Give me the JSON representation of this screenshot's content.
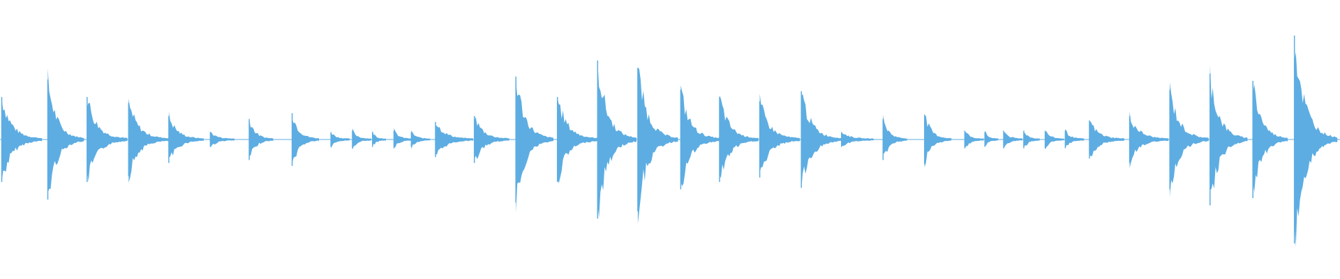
{
  "waveform": {
    "color": "#5dade2",
    "background": "#ffffff",
    "onsets": [
      {
        "t": 0.0013,
        "amp": 0.29,
        "len": 0.03
      },
      {
        "t": 0.0357,
        "amp": 0.41,
        "len": 0.027
      },
      {
        "t": 0.065,
        "amp": 0.29,
        "len": 0.03
      },
      {
        "t": 0.096,
        "amp": 0.25,
        "len": 0.03
      },
      {
        "t": 0.126,
        "amp": 0.16,
        "len": 0.026
      },
      {
        "t": 0.157,
        "amp": 0.05,
        "len": 0.018
      },
      {
        "t": 0.186,
        "amp": 0.14,
        "len": 0.018
      },
      {
        "t": 0.218,
        "amp": 0.18,
        "len": 0.02
      },
      {
        "t": 0.247,
        "amp": 0.05,
        "len": 0.014
      },
      {
        "t": 0.263,
        "amp": 0.06,
        "len": 0.014
      },
      {
        "t": 0.278,
        "amp": 0.05,
        "len": 0.01
      },
      {
        "t": 0.294,
        "amp": 0.06,
        "len": 0.014
      },
      {
        "t": 0.307,
        "amp": 0.05,
        "len": 0.014
      },
      {
        "t": 0.325,
        "amp": 0.12,
        "len": 0.028
      },
      {
        "t": 0.354,
        "amp": 0.16,
        "len": 0.026
      },
      {
        "t": 0.385,
        "amp": 0.43,
        "len": 0.028
      },
      {
        "t": 0.416,
        "amp": 0.29,
        "len": 0.03
      },
      {
        "t": 0.446,
        "amp": 0.54,
        "len": 0.029
      },
      {
        "t": 0.476,
        "amp": 0.49,
        "len": 0.03
      },
      {
        "t": 0.508,
        "amp": 0.34,
        "len": 0.029
      },
      {
        "t": 0.537,
        "amp": 0.29,
        "len": 0.029
      },
      {
        "t": 0.567,
        "amp": 0.26,
        "len": 0.03
      },
      {
        "t": 0.598,
        "amp": 0.33,
        "len": 0.03
      },
      {
        "t": 0.628,
        "amp": 0.05,
        "len": 0.024
      },
      {
        "t": 0.659,
        "amp": 0.14,
        "len": 0.018
      },
      {
        "t": 0.69,
        "amp": 0.17,
        "len": 0.02
      },
      {
        "t": 0.72,
        "amp": 0.06,
        "len": 0.014
      },
      {
        "t": 0.735,
        "amp": 0.05,
        "len": 0.01
      },
      {
        "t": 0.749,
        "amp": 0.06,
        "len": 0.014
      },
      {
        "t": 0.764,
        "amp": 0.06,
        "len": 0.012
      },
      {
        "t": 0.78,
        "amp": 0.06,
        "len": 0.014
      },
      {
        "t": 0.795,
        "amp": 0.06,
        "len": 0.014
      },
      {
        "t": 0.813,
        "amp": 0.13,
        "len": 0.026
      },
      {
        "t": 0.843,
        "amp": 0.16,
        "len": 0.029
      },
      {
        "t": 0.873,
        "amp": 0.34,
        "len": 0.029
      },
      {
        "t": 0.903,
        "amp": 0.45,
        "len": 0.028
      },
      {
        "t": 0.935,
        "amp": 0.4,
        "len": 0.026
      },
      {
        "t": 0.966,
        "amp": 0.71,
        "len": 0.032
      }
    ]
  }
}
